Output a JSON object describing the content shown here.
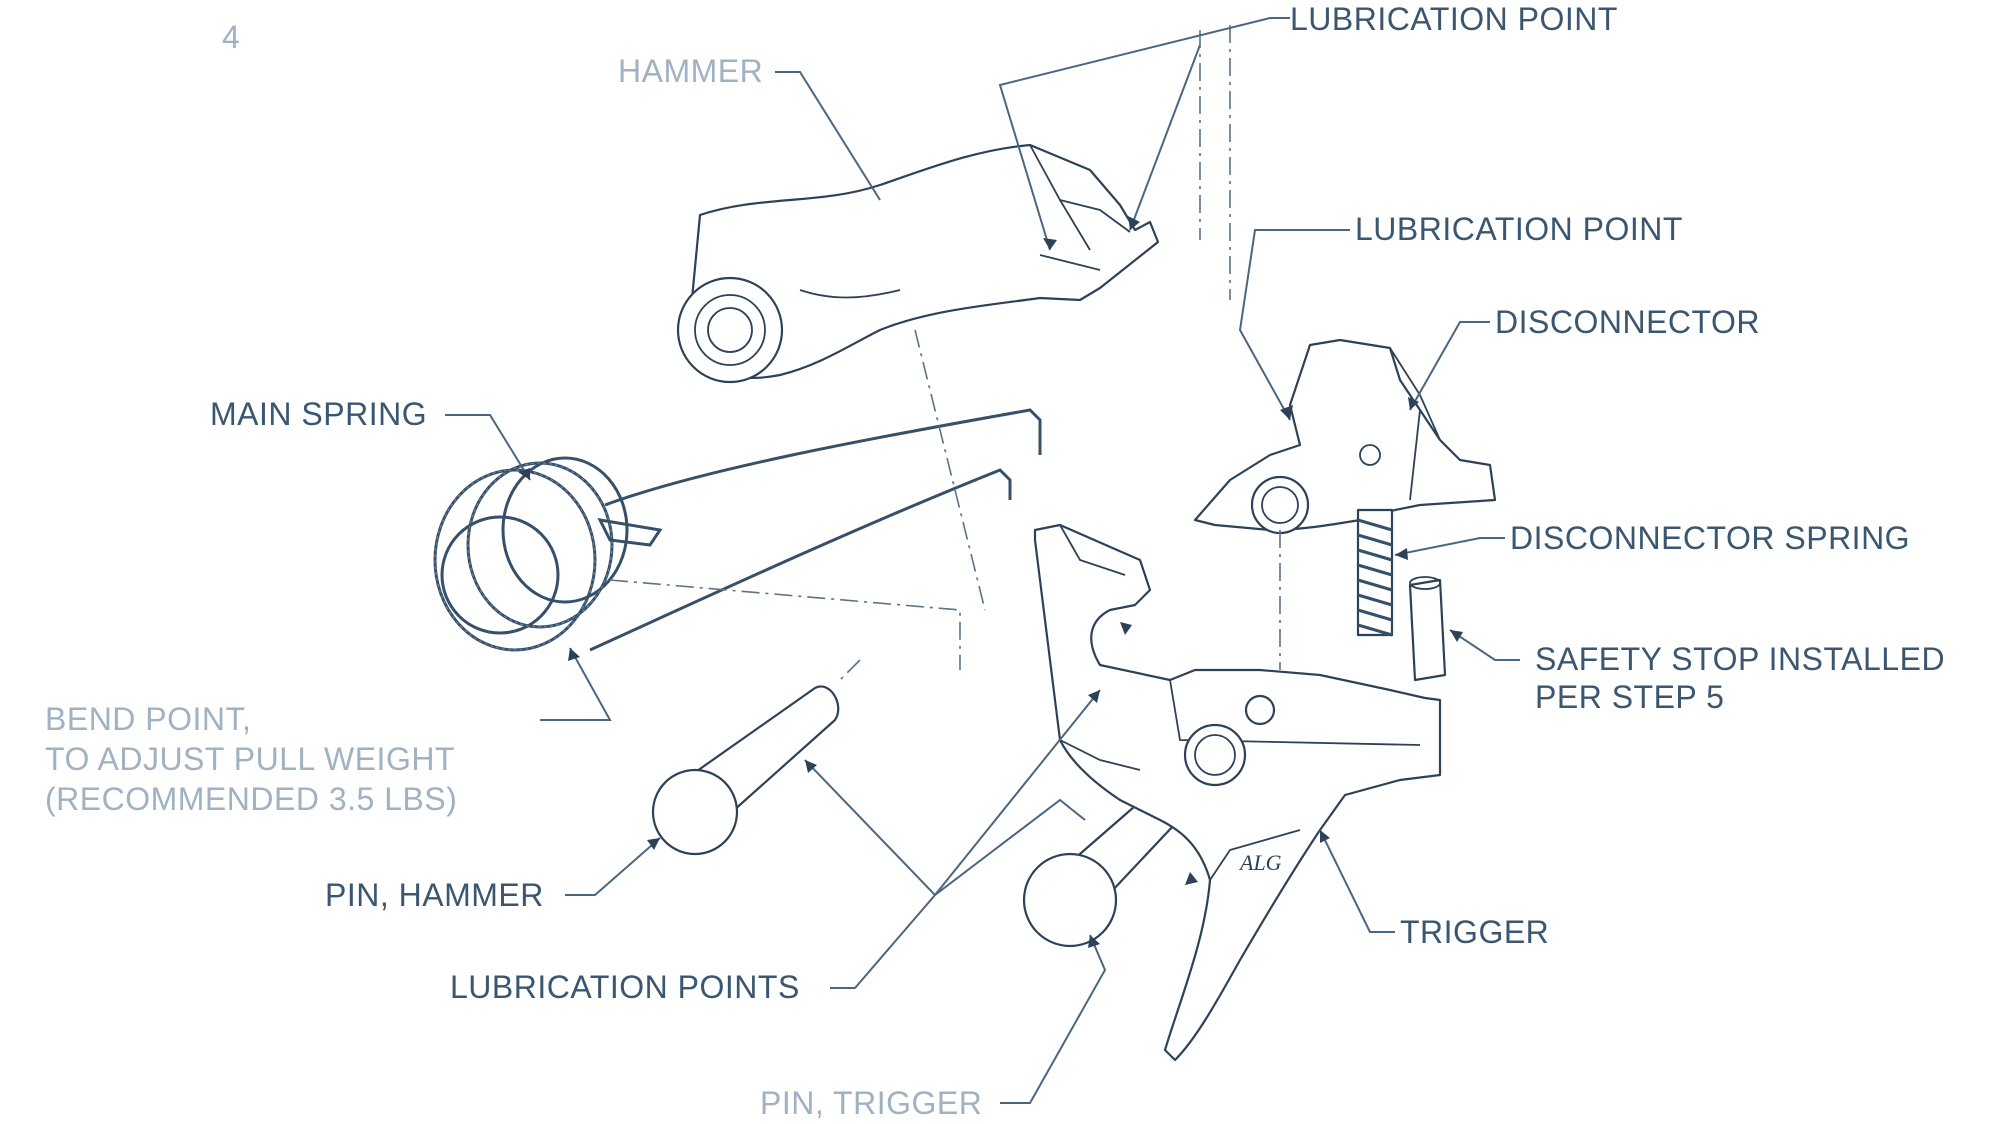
{
  "diagram": {
    "page_number": "4",
    "labels": {
      "lubrication_point_top": "LUBRICATION POINT",
      "hammer": "HAMMER",
      "lubrication_point_mid": "LUBRICATION POINT",
      "disconnector": "DISCONNECTOR",
      "main_spring": "MAIN SPRING",
      "disconnector_spring": "DISCONNECTOR SPRING",
      "safety_stop_line1": "SAFETY STOP INSTALLED",
      "safety_stop_line2": "PER STEP 5",
      "bend_point_line1": "BEND POINT,",
      "bend_point_line2": "TO ADJUST PULL WEIGHT",
      "bend_point_line3": "(RECOMMENDED 3.5 LBS)",
      "pin_hammer": "PIN, HAMMER",
      "trigger": "TRIGGER",
      "lubrication_points": "LUBRICATION POINTS",
      "pin_trigger": "PIN, TRIGGER"
    },
    "trigger_marking": "ALG",
    "colors": {
      "line": "#2d4258",
      "label": "#3a5670",
      "faded_label": "#9fb2c3",
      "background": "#ffffff"
    }
  }
}
